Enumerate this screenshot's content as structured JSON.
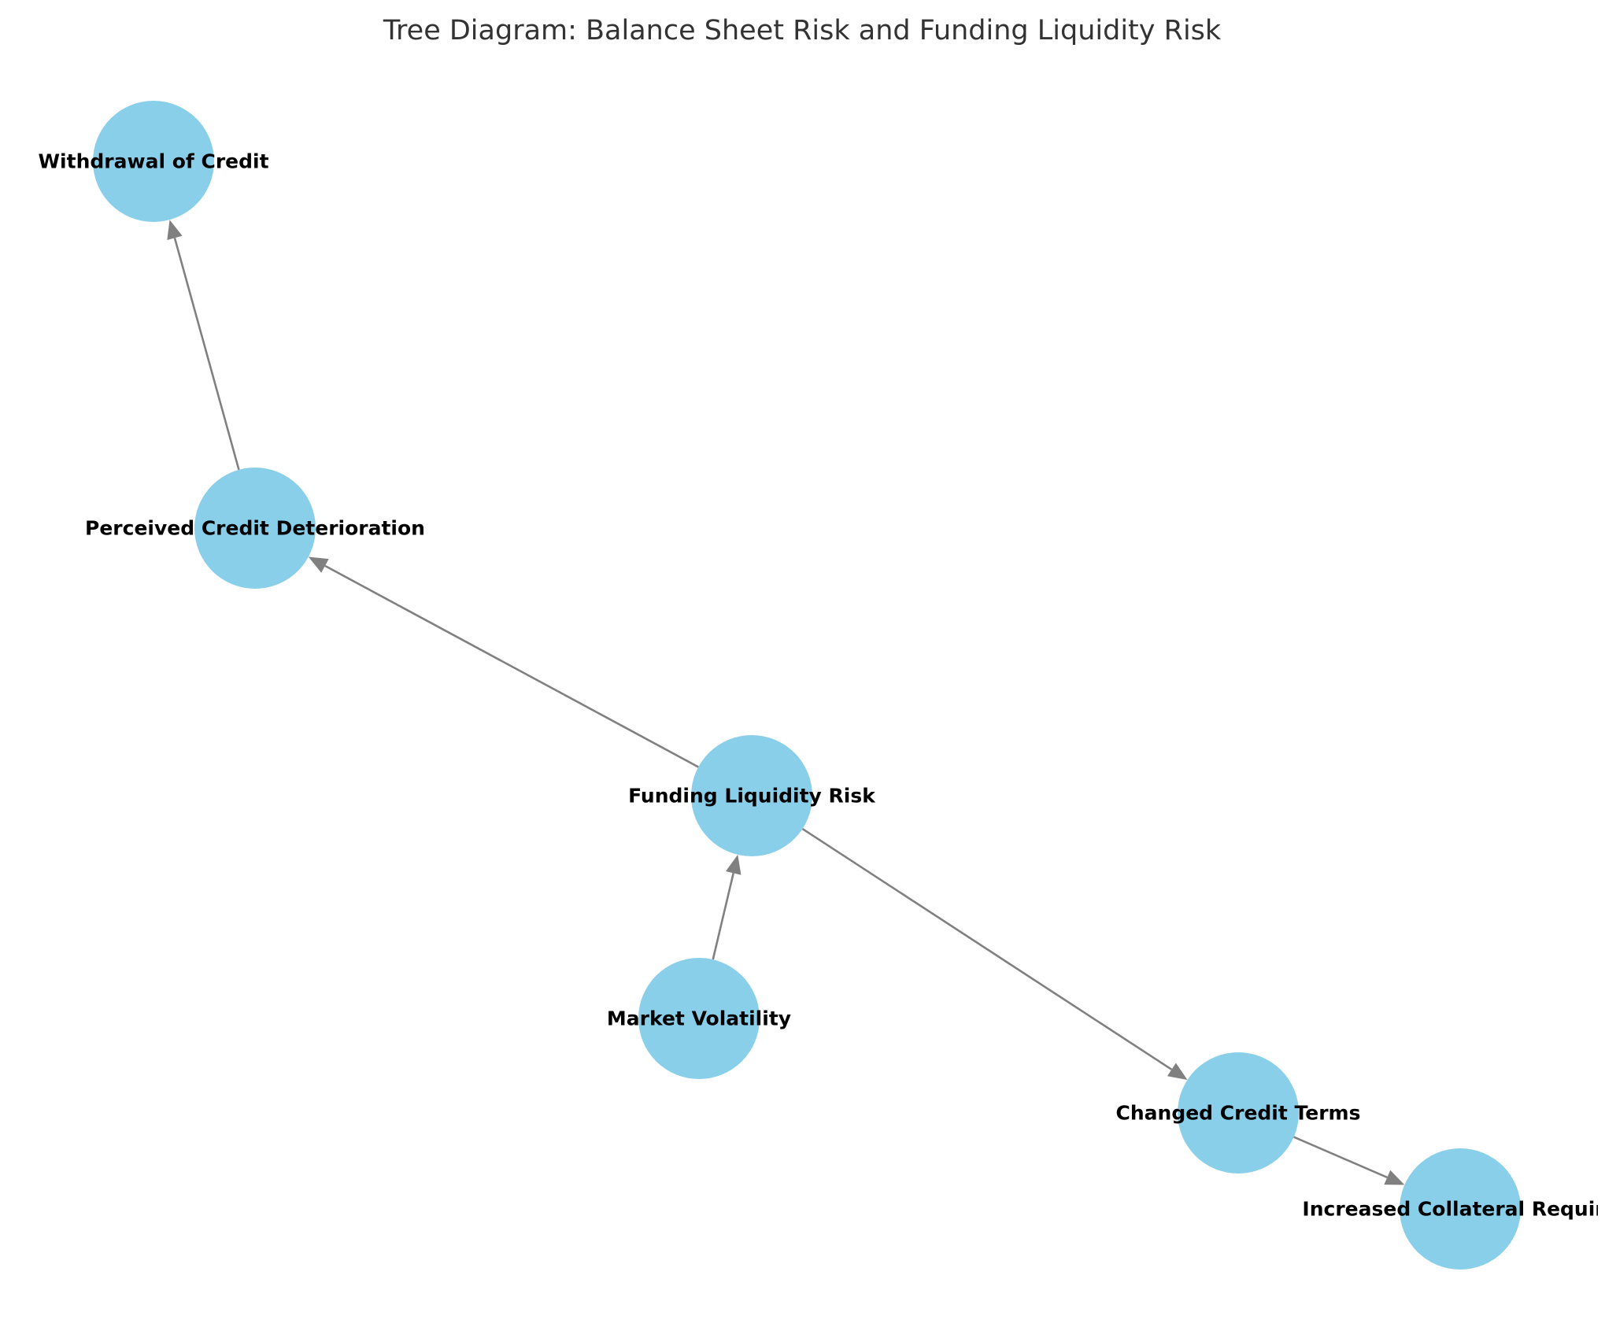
{
  "diagram": {
    "title": "Tree Diagram: Balance Sheet Risk and Funding Liquidity Risk",
    "node_color": "#89CFEA",
    "edge_color": "#808080",
    "nodes": [
      {
        "id": "withdrawal",
        "label": "Withdrawal of Credit"
      },
      {
        "id": "perceived",
        "label": "Perceived Credit Deterioration"
      },
      {
        "id": "funding",
        "label": "Funding Liquidity Risk"
      },
      {
        "id": "market",
        "label": "Market Volatility"
      },
      {
        "id": "changed",
        "label": "Changed Credit Terms"
      },
      {
        "id": "collateral",
        "label": "Increased Collateral Require"
      }
    ],
    "edges": [
      {
        "from": "market",
        "to": "funding"
      },
      {
        "from": "funding",
        "to": "perceived"
      },
      {
        "from": "perceived",
        "to": "withdrawal"
      },
      {
        "from": "funding",
        "to": "changed"
      },
      {
        "from": "changed",
        "to": "collateral"
      }
    ]
  }
}
